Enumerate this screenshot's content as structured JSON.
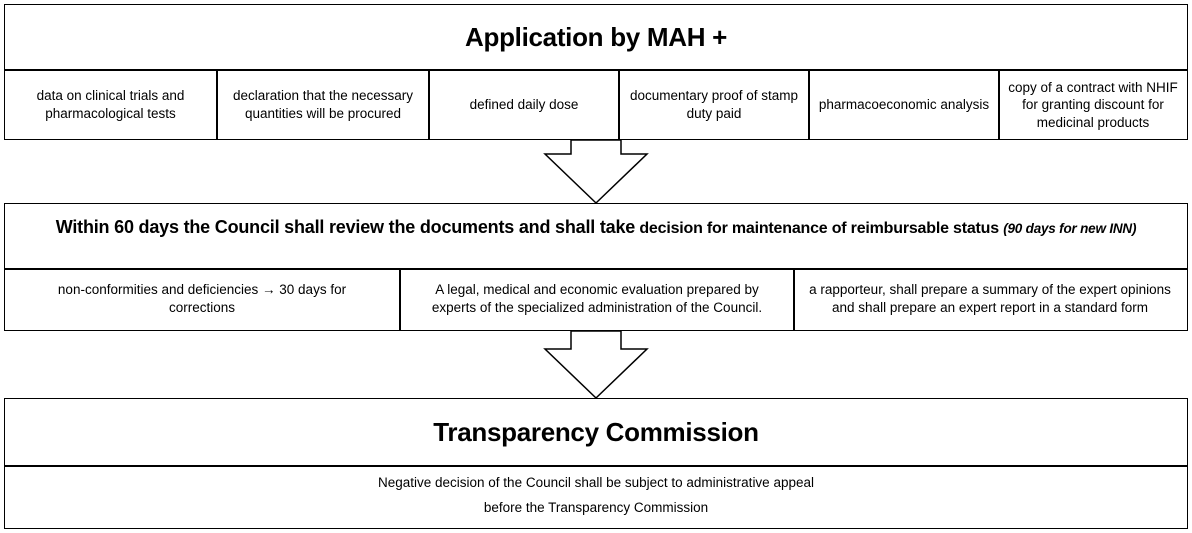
{
  "application": {
    "title": "Application by MAH +",
    "items": [
      "data on clinical trials and pharmacological tests",
      "declaration that the necessary quantities will be procured",
      "defined daily dose",
      "documentary proof of stamp duty paid",
      "pharmacoeconomic analysis",
      "copy of a contract with NHIF for granting discount for medicinal products"
    ]
  },
  "review": {
    "title_main": "Within 60 days the Council shall review the documents and shall take",
    "title_rest": " decision for maintenance of reimbursable status ",
    "title_note": "(90 days for new INN)",
    "items": [
      "non-conformities and deficiencies → 30 days for corrections",
      "A legal, medical and economic evaluation prepared by experts of the specialized administration of the Council.",
      "a rapporteur, shall prepare a summary of the expert opinions and shall prepare an expert report in a standard form"
    ]
  },
  "commission": {
    "title": "Transparency Commission",
    "appeal_line1": "Negative decision of the Council shall be subject to administrative appeal",
    "appeal_line2": "before the Transparency Commission"
  }
}
